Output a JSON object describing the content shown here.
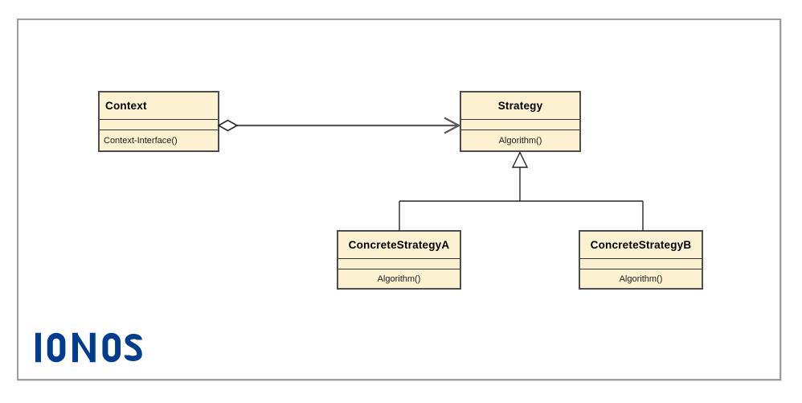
{
  "diagram": {
    "type": "uml-class-diagram",
    "classes": [
      {
        "id": "context",
        "name": "Context",
        "methods": [
          "Context-Interface()"
        ]
      },
      {
        "id": "strategy",
        "name": "Strategy",
        "methods": [
          "Algorithm()"
        ]
      },
      {
        "id": "concrete-strategy-a",
        "name": "ConcreteStrategyA",
        "methods": [
          "Algorithm()"
        ]
      },
      {
        "id": "concrete-strategy-b",
        "name": "ConcreteStrategyB",
        "methods": [
          "Algorithm()"
        ]
      }
    ],
    "relationships": [
      {
        "type": "aggregation",
        "from": "Context",
        "to": "Strategy"
      },
      {
        "type": "inheritance",
        "from": "ConcreteStrategyA",
        "to": "Strategy"
      },
      {
        "type": "inheritance",
        "from": "ConcreteStrategyB",
        "to": "Strategy"
      }
    ]
  },
  "branding": {
    "logo_text": "IONOS"
  },
  "colors": {
    "background": "#FFFFFF",
    "frame_border": "#9E9E9E",
    "class_fill": "#FCF2D1",
    "class_border": "#4D4D4D",
    "divider": "#333333",
    "aggregation": "#595959",
    "inheritance": "#262626",
    "logo_blue": "#003D8F"
  }
}
